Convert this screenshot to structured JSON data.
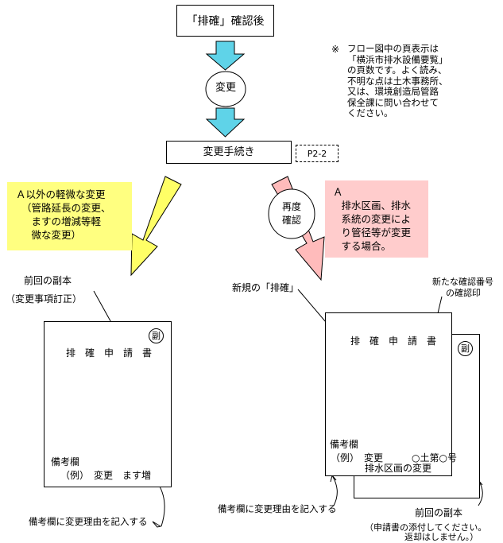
{
  "top_box": "「排確」確認後",
  "change_circle": "変更",
  "procedure_box": "変更手続き",
  "page_ref": "P2-2",
  "footnote_mark": "※",
  "footnote_lines": [
    "フロー図中の頁表示は",
    "「横浜市排水設備要覧」",
    "の頁数です。よく読み、",
    "不明な点は土木事務所、",
    "又は、環境創造局管路",
    "保全課に問い合わせて",
    "ください。"
  ],
  "left_callout_lines": [
    "Ａ以外の軽微な変更",
    "（管路延長の変更、",
    "　ますの増減等軽",
    "　微な変更）"
  ],
  "recheck_circle_lines": [
    "再度",
    "確認"
  ],
  "right_callout_lines": [
    "Ａ",
    "　排水区画、排水",
    "　系統の変更によ",
    "　り管径等が変更",
    "　する場合。"
  ],
  "left_doc": {
    "label_line1": "前回の副本",
    "label_line2": "（変更事項訂正）",
    "badge": "副",
    "title": "排　確　申　請　書",
    "remarks_label": "備考欄",
    "remarks_example": "（例）　変更　ます増",
    "bottom_label": "備考欄に変更理由を記入する"
  },
  "right_doc": {
    "new_label": "新規の「排確」",
    "stamp_label_line1": "新たな確認番号",
    "stamp_label_line2": "の確認印",
    "back_badge": "副",
    "title": "排　確　申　請　書",
    "remarks_label": "備考欄",
    "remarks_example": "（例）　変更　　　○土第○号",
    "remarks_example2": "排水区画の変更",
    "bottom_label": "備考欄に変更理由を記入する",
    "prev_copy_label": "前回の副本",
    "attach_note_line1": "（申請書の添付してください。",
    "attach_note_line2": "返却はしません。）"
  },
  "colors": {
    "cyan_arrow": "#5fd3e8",
    "yellow": "#ffff80",
    "yellow_arrow": "#ffff66",
    "pink": "#ffcccc",
    "pink_arrow": "#ffbbbb",
    "stamp": "#f7b98a"
  }
}
